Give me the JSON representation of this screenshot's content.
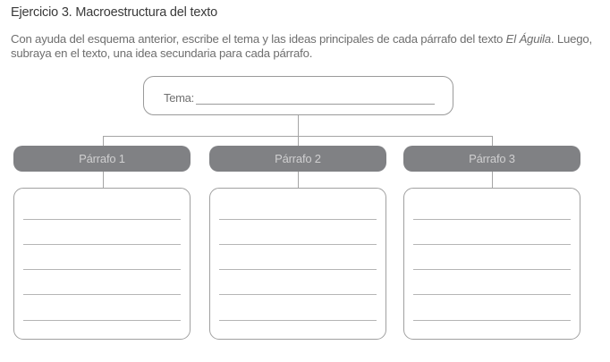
{
  "exercise": {
    "title": "Ejercicio 3. Macroestructura del texto",
    "instruction_part1": "Con ayuda del esquema anterior, escribe el tema y las ideas principales de cada párrafo del texto ",
    "instruction_italic": "El Águila",
    "instruction_part2": ".  Luego, subraya en el texto, una idea secundaria para cada párrafo."
  },
  "diagram": {
    "tema_label": "Tema:",
    "paragraphs": [
      {
        "label": "Párrafo 1",
        "lines": 5
      },
      {
        "label": "Párrafo 2",
        "lines": 5
      },
      {
        "label": "Párrafo 3",
        "lines": 5
      }
    ],
    "colors": {
      "pill_fill": "#808184",
      "pill_text": "#cfcfd0",
      "border": "#a0a0a0"
    }
  }
}
